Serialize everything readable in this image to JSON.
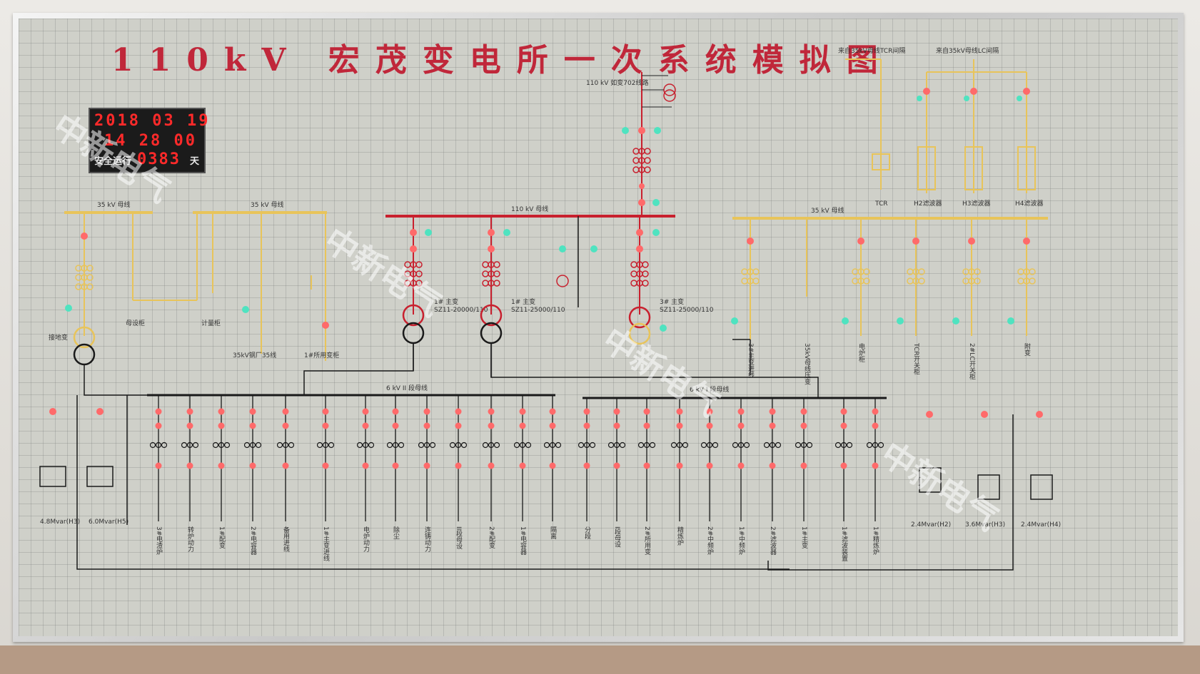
{
  "title": "110kV 宏茂变电所一次系统模拟图",
  "clock": {
    "date": "2018 03 19",
    "time": "14 28 00",
    "safe_label": "安全运行",
    "safe_days": "0383",
    "unit": "天"
  },
  "watermark": "中新电气",
  "colors": {
    "red_bus": "#c8202e",
    "yellow_bus": "#e8c45a",
    "black_bus": "#1a1a1a",
    "lamp_red": "#ff6a6a",
    "lamp_green": "#4fe3c0"
  },
  "labels": {
    "bus_110": "110 kV 母线",
    "bus_35_left1": "35 kV 母线",
    "bus_35_left2": "35 kV 母线",
    "bus_35_right": "35 kV 母线",
    "bus_6_2": "6 kV II 段母线",
    "bus_6_1": "6 kV I 段母线",
    "line_top": "110 kV 如变702线路",
    "top_right_1": "来自35kV母线TCR间隔",
    "top_right_2": "来自35kV母线LC间隔",
    "tr1": "1# 主变",
    "tr2": "1# 主变",
    "tr3": "3# 主变",
    "tr1_model": "SZ11-20000/110",
    "tr2_model": "SZ11-25000/110",
    "tr3_model": "SZ11-25000/110",
    "wl": "接地变",
    "busbar_pt": "母设柜",
    "meter": "计量柜",
    "steel_line": "35kV钢厂35线",
    "aux_tr": "1#所用变柜",
    "tcr_label": "TCR",
    "filters": [
      "H2滤波器",
      "H3滤波器",
      "H4滤波器"
    ],
    "cap1": "4.8Mvar(H3)",
    "cap2": "6.0Mvar(H5)",
    "cap3": "2.4Mvar(H2)",
    "cap4": "3.6Mvar(H3)",
    "cap5": "2.4Mvar(H4)",
    "feeders_6kv": [
      "3#电渣炉",
      "转炉动力",
      "1#配变",
      "2#电容器",
      "备用进线",
      "1#主变进线",
      "电炉动力",
      "除尘",
      "连铸动力",
      "II段母设",
      "2#配变",
      "1#电容器",
      "隔离",
      "分段",
      "I段母设",
      "2#所用变",
      "精炼炉",
      "2#中频炉",
      "1#中频炉",
      "2#滤波器",
      "1#主变",
      "1#滤波装置",
      "1#精炼炉"
    ],
    "feeders_35kv": [
      "3#主变进线",
      "35kV母线压变",
      "电炉柜",
      "TCR开关柜",
      "2#LC开关柜",
      "附变"
    ]
  }
}
